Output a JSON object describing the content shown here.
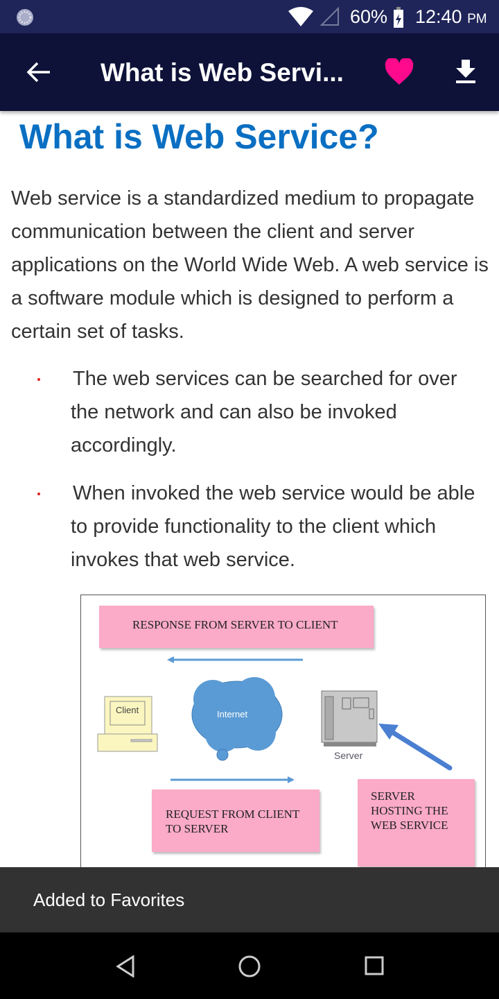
{
  "status_bar": {
    "battery": "60%",
    "time": "12:40",
    "ampm": "PM"
  },
  "app_bar": {
    "title": "What is Web Servi...",
    "back_icon": "arrow-left-icon",
    "favorite_icon": "heart-icon",
    "download_icon": "download-icon",
    "favorite_color": "#ff0a8c"
  },
  "article": {
    "heading": "What is Web Service?",
    "paragraph": "Web service is a standardized medium to propagate communication between the client and server applications on the World Wide Web. A web service is a software module which is designed to perform a certain set of tasks.",
    "bullets": [
      "The web services can be searched for over the network and can also be invoked accordingly.",
      "When invoked the web service would be able to provide functionality to the client which invokes that web service."
    ],
    "diagram": {
      "response": "RESPONSE FROM SERVER TO CLIENT",
      "request": "REQUEST FROM CLIENT TO SERVER",
      "hosting": "SERVER HOSTING THE WEB SERVICE",
      "client": "Client",
      "internet": "Internet",
      "server": "Server"
    }
  },
  "snackbar": {
    "message": "Added to Favorites"
  }
}
